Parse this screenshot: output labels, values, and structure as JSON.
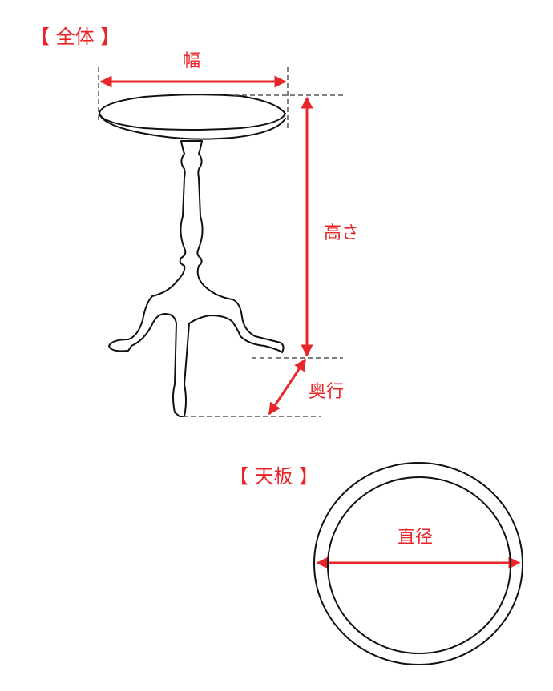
{
  "sections": {
    "overall": "【 全体 】",
    "tabletop": "【 天板 】"
  },
  "dimensions": {
    "width": "幅",
    "height": "高さ",
    "depth": "奥行",
    "diameter": "直径"
  },
  "colors": {
    "accent": "#e8262a",
    "outline": "#111111",
    "guide": "#555555"
  }
}
